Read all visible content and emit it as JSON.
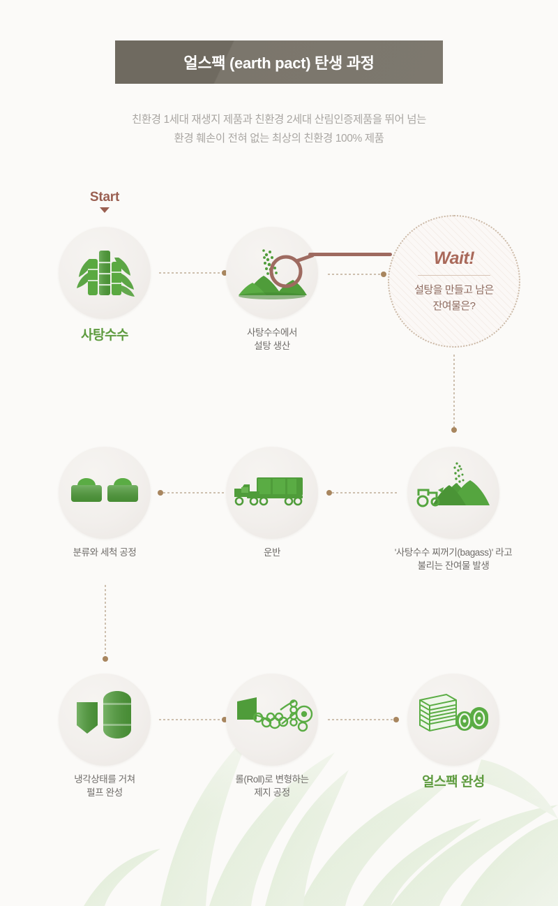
{
  "header": {
    "title": "얼스팩 (earth pact) 탄생 과정",
    "subtitle_line1": "친환경 1세대 재생지 제품과 친환경 2세대 산림인증제품을 뛰어 넘는",
    "subtitle_line2": "환경 훼손이 전혀 없는 최상의 친환경 100% 제품",
    "bar_color": "#6f6a60",
    "title_color": "#ffffff",
    "subtitle_color": "#a9a6a2"
  },
  "start_badge": {
    "label": "Start",
    "color": "#9a5f51",
    "icon": "triangle-down-arrow-icon"
  },
  "callout": {
    "title": "Wait!",
    "line1": "설탕을 만들고 남은",
    "line2": "잔여물은?",
    "title_color": "#a9695a",
    "text_color": "#8d6a5e",
    "border_color": "#cbb9a6"
  },
  "flow": {
    "accent_green": "#5e9b3f",
    "connector_color": "#cdbfae",
    "connector_dot_color": "#a8865f",
    "steps": [
      {
        "id": "sugarcane",
        "icon": "bamboo-sugarcane-icon",
        "label_line1": "사탕수수",
        "label_line2": "",
        "emphasis": true,
        "row": 1
      },
      {
        "id": "sugar-production",
        "icon": "hills-with-magnifier-icon",
        "label_line1": "사탕수수에서",
        "label_line2": "설탕 생산",
        "emphasis": false,
        "row": 1
      },
      {
        "id": "bagasse-residue",
        "icon": "tractor-bagasse-piles-icon",
        "label_line1": "'사탕수수 찌꺼기(bagass)' 라고",
        "label_line2": "불리는 잔여물 발생",
        "emphasis": false,
        "row": 2
      },
      {
        "id": "transport",
        "icon": "truck-trailer-icon",
        "label_line1": "운반",
        "label_line2": "",
        "emphasis": false,
        "row": 2
      },
      {
        "id": "sorting-washing",
        "icon": "washing-vats-icon",
        "label_line1": "분류와 세척 공정",
        "label_line2": "",
        "emphasis": false,
        "row": 2
      },
      {
        "id": "pulp-cooling",
        "icon": "cooling-tanks-icon",
        "label_line1": "냉각상태를 거쳐",
        "label_line2": "펄프 완성",
        "emphasis": false,
        "row": 3
      },
      {
        "id": "paper-rolling",
        "icon": "paper-roller-machine-icon",
        "label_line1": "롤(Roll)로 변형하는",
        "label_line2": "제지 공정",
        "emphasis": false,
        "row": 3
      },
      {
        "id": "earthpact-complete",
        "icon": "paper-stack-rolls-icon",
        "label_line1": "얼스팩 완성",
        "label_line2": "",
        "emphasis": true,
        "row": 3
      }
    ]
  }
}
